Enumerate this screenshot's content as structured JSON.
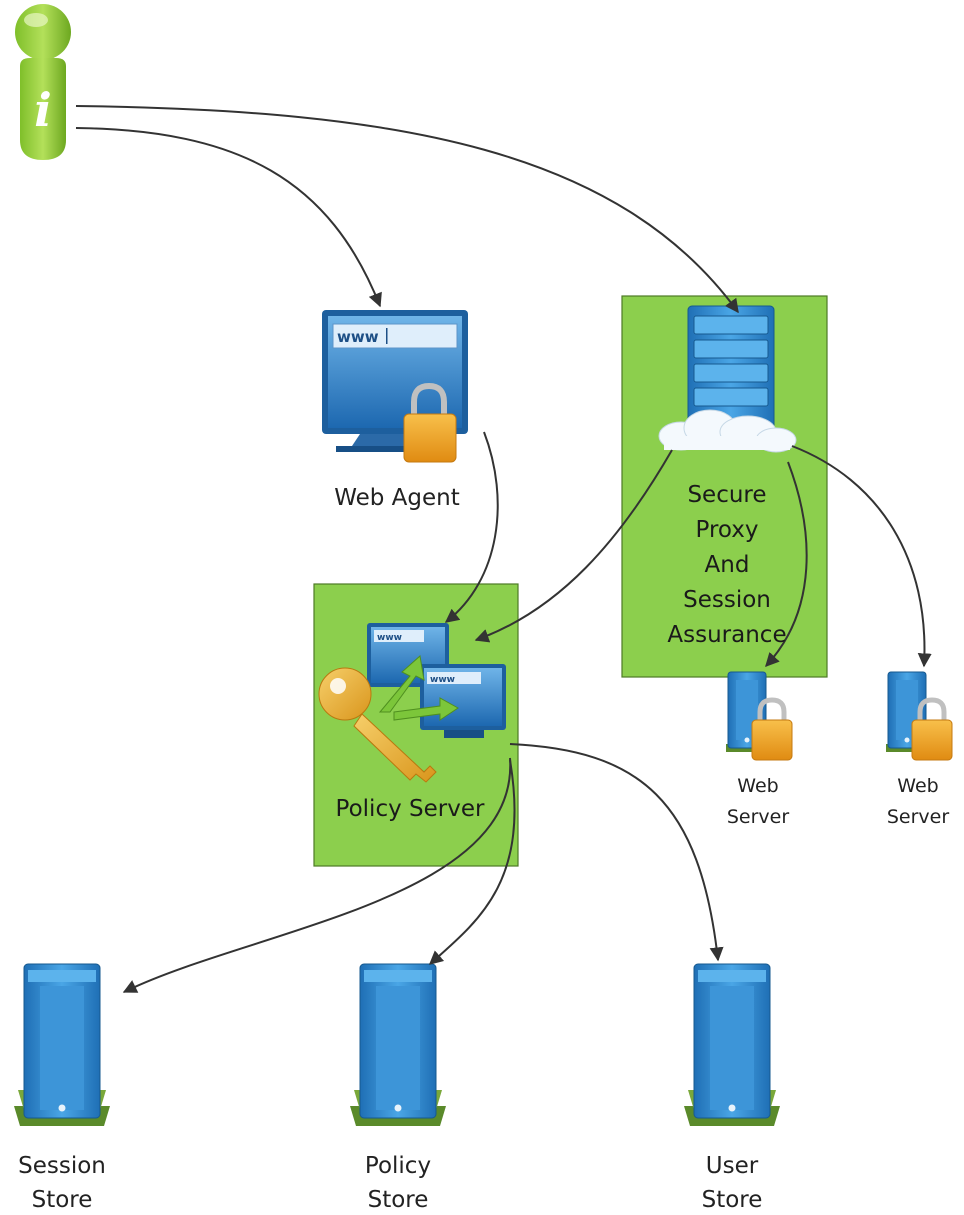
{
  "nodes": {
    "web_agent": "Web Agent",
    "secure_proxy": [
      "Secure",
      "Proxy",
      "And",
      "Session",
      "Assurance"
    ],
    "policy_server": "Policy Server",
    "web_server_1": [
      "Web",
      "Server"
    ],
    "web_server_2": [
      "Web",
      "Server"
    ],
    "session_store": [
      "Session",
      "Store"
    ],
    "policy_store": [
      "Policy",
      "Store"
    ],
    "user_store": [
      "User",
      "Store"
    ]
  },
  "icons": {
    "user": "info-person-icon",
    "web_agent": "monitor-lock-icon",
    "secure_proxy": "server-cloud-icon",
    "policy_server": "key-monitors-icon",
    "web_server": "server-lock-icon",
    "store": "server-tower-icon"
  },
  "url_text": "www",
  "colors": {
    "box_fill": "#8ccf4d",
    "box_border": "#4e7a26",
    "server_blue": "#2f8ad0",
    "lock_orange": "#f3a326",
    "user_green": "#8cc63f",
    "arrow": "#333333"
  }
}
